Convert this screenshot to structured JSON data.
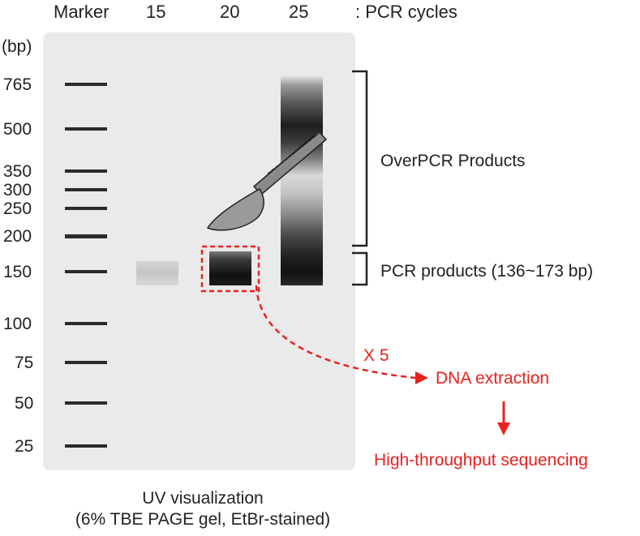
{
  "header": {
    "marker_label": "Marker",
    "lane_15": "15",
    "lane_20": "20",
    "lane_25": "25",
    "cycles_label": ": PCR cycles"
  },
  "axis_unit": "(bp)",
  "ladder": [
    "765",
    "500",
    "350",
    "300",
    "250",
    "200",
    "150",
    "100",
    "75",
    "50",
    "25"
  ],
  "annotations": {
    "overpcr": "OverPCR Products",
    "pcr": "PCR products (136~173 bp)",
    "repeat": "X 5",
    "extraction": "DNA extraction",
    "sequencing": "High-throughput sequencing"
  },
  "caption": {
    "line1": "UV visualization",
    "line2": "(6% TBE PAGE gel, EtBr-stained)"
  },
  "colors": {
    "accent_red": "#e8211f",
    "gel_background": "#eaeaea",
    "band_dark": "#1a1a1a"
  },
  "icons": {
    "scalpel": "scalpel-icon",
    "arrow": "down-arrow-icon"
  }
}
